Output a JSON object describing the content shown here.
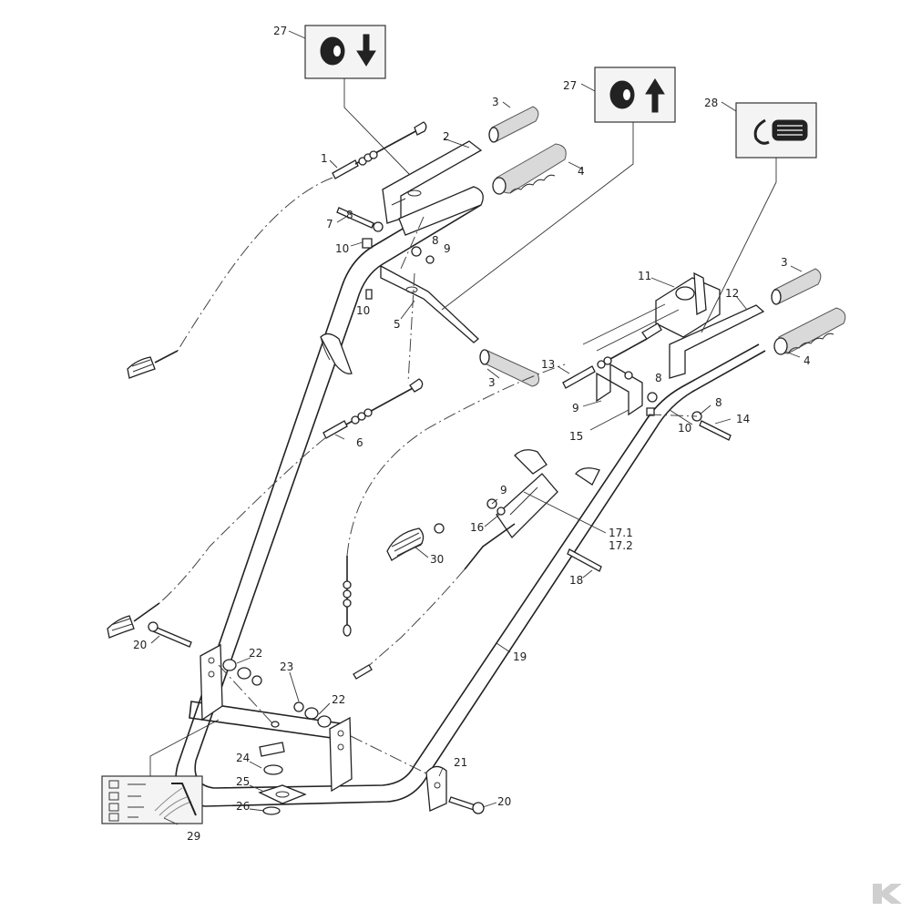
{
  "callouts": {
    "c1": "1",
    "c2": "2",
    "c3a": "3",
    "c3b": "3",
    "c3c": "3",
    "c4a": "4",
    "c4b": "4",
    "c5": "5",
    "c6": "6",
    "c7": "7",
    "c8a": "8",
    "c8b": "8",
    "c8c": "8",
    "c8d": "8",
    "c9a": "9",
    "c9b": "9",
    "c9c": "9",
    "c10a": "10",
    "c10b": "10",
    "c10c": "10",
    "c11": "11",
    "c12": "12",
    "c13": "13",
    "c14": "14",
    "c15": "15",
    "c16": "16",
    "c17_1": "17.1",
    "c17_2": "17.2",
    "c18": "18",
    "c19": "19",
    "c20a": "20",
    "c20b": "20",
    "c21": "21",
    "c22a": "22",
    "c22b": "22",
    "c23": "23",
    "c24": "24",
    "c25": "25",
    "c26": "26",
    "c27a": "27",
    "c27b": "27",
    "c28": "28",
    "c29": "29",
    "c30": "30"
  },
  "icons": {
    "decal_27_down": "wheel-arrow-down-icon",
    "decal_27_up": "wheel-arrow-up-icon",
    "decal_28": "speed-range-icon",
    "decal_29": "operating-instructions-icon",
    "brand": "kramp-logo-icon"
  },
  "colors": {
    "line": "#222222",
    "background": "#ffffff",
    "watermark": "#cfcfcf"
  }
}
